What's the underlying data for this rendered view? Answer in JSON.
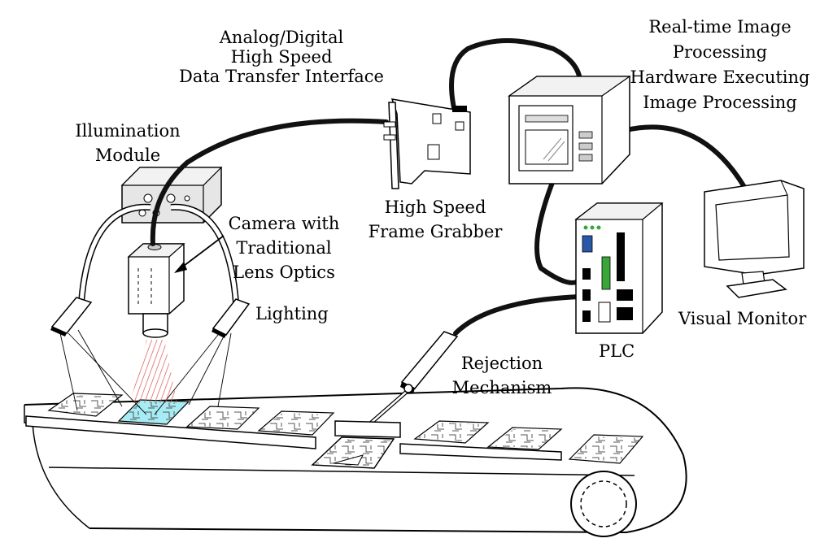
{
  "labels": {
    "interface": [
      "Analog/Digital",
      "High Speed",
      "Data Transfer Interface"
    ],
    "processing": [
      "Real-time Image",
      "Processing",
      "Hardware Executing",
      "Image Processing"
    ],
    "illumination": [
      "Illumination",
      "Module"
    ],
    "camera": [
      "Camera with",
      "Traditional",
      "Lens Optics"
    ],
    "lighting": "Lighting",
    "grabber": [
      "High Speed",
      "Frame Grabber"
    ],
    "plc": "PLC",
    "monitor": "Visual Monitor",
    "rejection": [
      "Rejection",
      "Mechanism"
    ]
  },
  "colors": {
    "highlight_board": "#a6ecf4",
    "laser_pattern": "#d9534f",
    "device_fill": "#e6e6e6",
    "plc_led": "#3aa63a",
    "plc_port": "#2a58a8"
  }
}
